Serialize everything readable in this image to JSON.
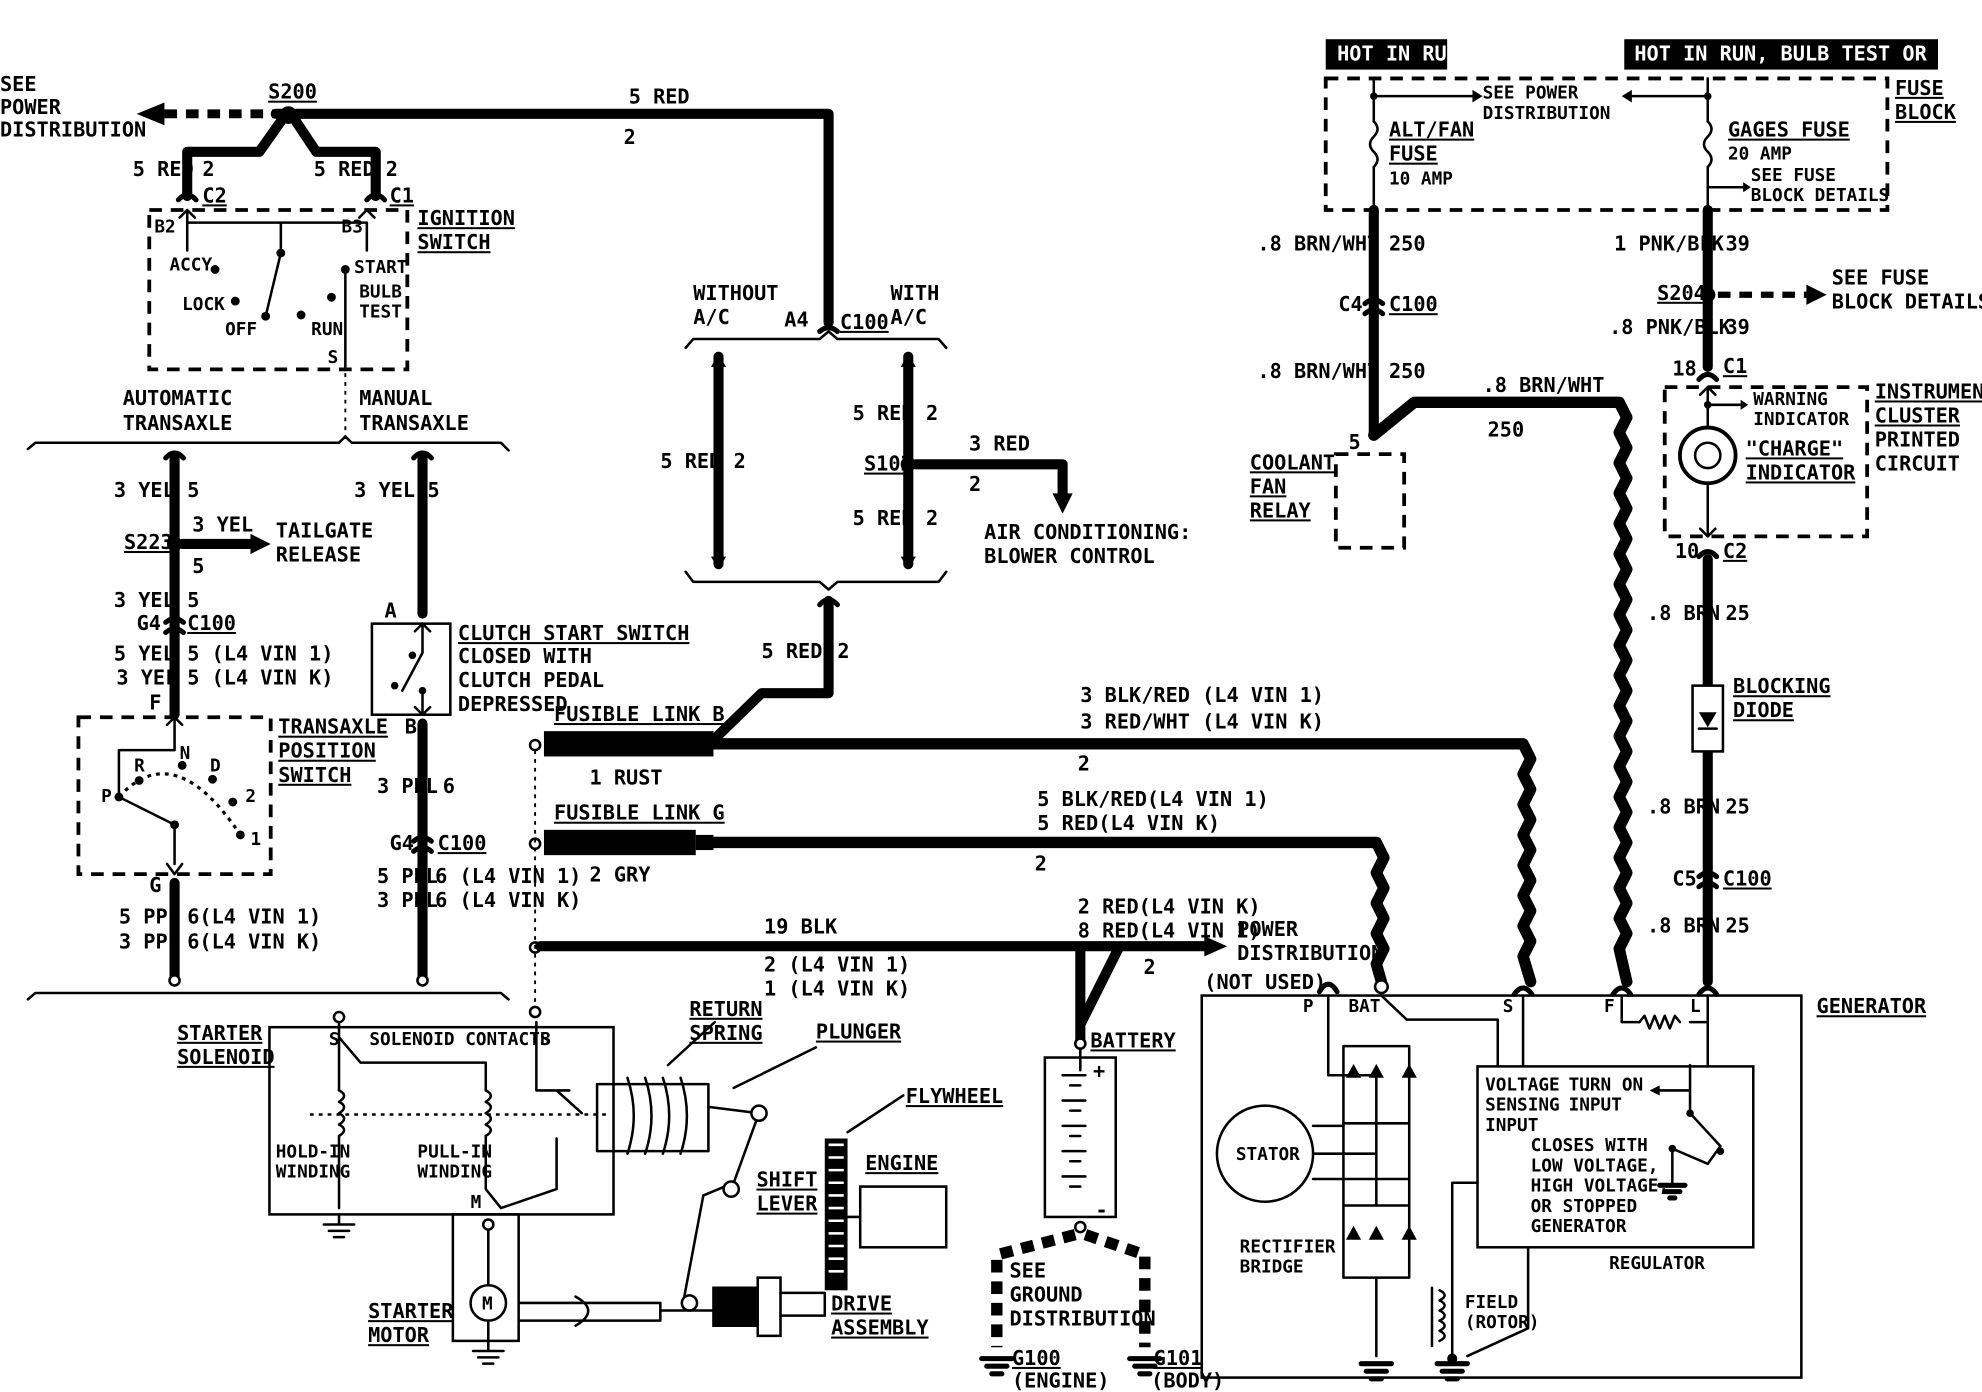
{
  "headers": {
    "hot_in_run": "HOT IN RUN",
    "hot_in_run_bulb": "HOT IN RUN, BULB TEST OR START"
  },
  "ignition": {
    "see_power_dist": [
      "SEE",
      "POWER",
      "DISTRIBUTION"
    ],
    "s200": "S200",
    "wire_5red": "5 RED",
    "circuit_2": "2",
    "c1": "C1",
    "c2": "C2",
    "b2": "B2",
    "b3": "B3",
    "accy": "ACCY",
    "lock": "LOCK",
    "off": "OFF",
    "run": "RUN",
    "start": "START",
    "bulb_test": [
      "BULB",
      "TEST"
    ],
    "s": "S",
    "title": [
      "IGNITION",
      "SWITCH"
    ]
  },
  "transaxle": {
    "automatic": [
      "AUTOMATIC",
      "TRANSAXLE"
    ],
    "manual": [
      "MANUAL",
      "TRANSAXLE"
    ],
    "yel3": "3 YEL",
    "c5": "5",
    "s223": "S223",
    "tailgate": [
      "TAILGATE",
      "RELEASE"
    ],
    "g4": "G4",
    "c100": "C100",
    "yel5": "5 YEL",
    "vin1_5": "5 (L4 VIN 1)",
    "vink_5": "5 (L4 VIN K)",
    "f": "F",
    "tps_title": [
      "TRANSAXLE",
      "POSITION",
      "SWITCH"
    ],
    "p": "P",
    "r": "R",
    "n": "N",
    "d": "D",
    "g2": "2",
    "g1": "1",
    "g": "G",
    "ppl5": "5 PPL",
    "ppl3": "3 PPL",
    "vin1_6": "6(L4 VIN 1)",
    "vink_6": "6(L4 VIN K)",
    "a": "A",
    "b": "B",
    "clutch_title": "CLUTCH START SWITCH",
    "clutch_desc": [
      "CLOSED WITH",
      "CLUTCH PEDAL",
      "DEPRESSED"
    ],
    "c6": "6",
    "vin1_6b": "6 (L4 VIN 1)",
    "vink_6b": "6 (L4 VIN K)"
  },
  "ac": {
    "without": [
      "WITHOUT",
      "A/C"
    ],
    "with": [
      "WITH",
      "A/C"
    ],
    "a4": "A4",
    "c100": "C100",
    "red5": "5 RED",
    "s102": "S102",
    "red3": "3 RED",
    "blower": [
      "AIR CONDITIONING:",
      "BLOWER CONTROL"
    ]
  },
  "links": {
    "fl_b": "FUSIBLE LINK B",
    "rust": "1 RUST",
    "fl_g": "FUSIBLE LINK G",
    "gry": "2 GRY",
    "blkred3": "3 BLK/RED (L4 VIN 1)",
    "redwht3": "3 RED/WHT (L4 VIN K)",
    "blkred5": "5 BLK/RED(L4 VIN 1)",
    "red5vk": "5 RED(L4 VIN K)",
    "blk19": "19 BLK",
    "vin1_2": "2 (L4 VIN 1)",
    "vink_1": "1 (L4 VIN K)",
    "red2": "2 RED(L4 VIN K)",
    "red8": "8 RED(L4 VIN 1)",
    "power_dist": [
      "POWER",
      "DISTRIBUTION"
    ],
    "not_used": "(NOT USED)"
  },
  "starter": {
    "solenoid": [
      "STARTER",
      "SOLENOID"
    ],
    "contacts": "SOLENOID CONTACTS",
    "s": "S",
    "b": "B",
    "m": "M",
    "holdin": [
      "HOLD-IN",
      "WINDING"
    ],
    "pullin": [
      "PULL-IN",
      "WINDING"
    ],
    "return_spring": [
      "RETURN",
      "SPRING"
    ],
    "plunger": "PLUNGER",
    "flywheel": "FLYWHEEL",
    "shift_lever": [
      "SHIFT",
      "LEVER"
    ],
    "engine": "ENGINE",
    "drive": [
      "DRIVE",
      "ASSEMBLY"
    ],
    "motor": [
      "STARTER",
      "MOTOR"
    ],
    "m_symbol": "M"
  },
  "battery": {
    "label": "BATTERY",
    "plus": "+",
    "minus": "-",
    "see_ground": [
      "SEE",
      "GROUND",
      "DISTRIBUTION"
    ],
    "g100": "G100",
    "engine": "(ENGINE)",
    "g101": "G101",
    "body": "(BODY)"
  },
  "fuse": {
    "see_power": [
      "SEE POWER",
      "DISTRIBUTION"
    ],
    "alt_fan": [
      "ALT/FAN",
      "FUSE"
    ],
    "amp10": "10 AMP",
    "gages": "GAGES FUSE",
    "amp20": "20 AMP",
    "see_fuse_block": [
      "SEE FUSE",
      "BLOCK DETAILS"
    ],
    "fuse_block": [
      "FUSE",
      "BLOCK"
    ],
    "brnwht": ".8 BRN/WHT",
    "c250": "250",
    "pnkblk1": "1 PNK/BLK",
    "c39": "39",
    "c4": "C4",
    "c100": "C100",
    "s204": "S204",
    "see_fuse2": [
      "SEE FUSE",
      "BLOCK DETAILS"
    ],
    "pnkblk8": ".8 PNK/BLK",
    "brnwht_b": ".8 BRN/WHT",
    "c18": "18",
    "c1": "C1"
  },
  "relay": {
    "title": [
      "COOLANT",
      "FAN",
      "RELAY"
    ],
    "pin5": "5"
  },
  "cluster": {
    "title": [
      "INSTRUMENT",
      "CLUSTER",
      "PRINTED",
      "CIRCUIT"
    ],
    "warning": [
      "WARNING",
      "INDICATOR"
    ],
    "charge": [
      "\"CHARGE\"",
      "INDICATOR"
    ],
    "c10": "10",
    "c2": "C2",
    "brn8": ".8 BRN",
    "c25": "25",
    "blocking": [
      "BLOCKING",
      "DIODE"
    ],
    "c5": "C5"
  },
  "generator": {
    "title": "GENERATOR",
    "p": "P",
    "bat": "BAT",
    "s": "S",
    "f": "F",
    "l": "L",
    "stator": "STATOR",
    "rectifier": [
      "RECTIFIER",
      "BRIDGE"
    ],
    "voltage": [
      "VOLTAGE",
      "SENSING",
      "INPUT"
    ],
    "turn_on": [
      "TURN ON",
      "INPUT"
    ],
    "closes": [
      "CLOSES WITH",
      "LOW VOLTAGE,",
      "HIGH VOLTAGE,",
      "OR STOPPED",
      "GENERATOR"
    ],
    "regulator": "REGULATOR",
    "field": [
      "FIELD",
      "(ROTOR)"
    ]
  }
}
